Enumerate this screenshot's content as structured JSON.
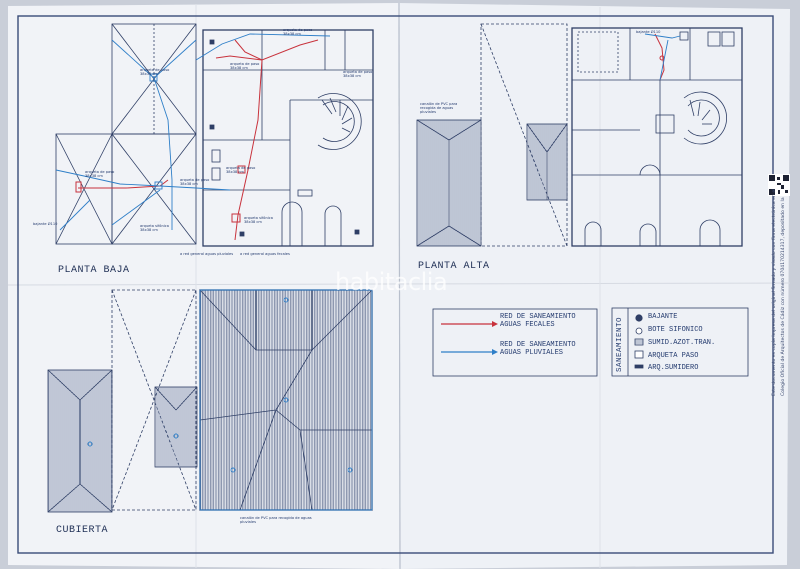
{
  "plans": {
    "ground_floor": "PLANTA BAJA",
    "upper_floor": "PLANTA ALTA",
    "roof": "CUBIERTA"
  },
  "legend": {
    "fecales": "RED DE SANEAMIENTO AGUAS FECALES",
    "pluviales": "RED DE SANEAMIENTO AGUAS PLUVIALES",
    "fecales_color": "#c8323c",
    "pluviales_color": "#2f7fc8"
  },
  "symbols": {
    "title": "SANEAMIENTO",
    "items": [
      "BAJANTE",
      "BOTE SIFONICO",
      "SUMID.AZOT.TRAN.",
      "ARQUETA PASO",
      "ARQ.SUMIDERO"
    ]
  },
  "annotations": {
    "arqueta_paso": "arqueta de paso",
    "arqueta_size": "38x38 cm",
    "arqueta_sifonica": "arqueta sifónica",
    "arqueta_sifonica_size": "38x38 cm",
    "bajante": "bajante Ø110",
    "canalon": "canalón de PVC para recogida de aguas pluviales",
    "red_general_pluviales": "a red general aguas pluviales",
    "red_general_fecales": "a red general aguas fecales"
  },
  "stamp": {
    "line1": "Este documento es copia impresa del original firmado y visado con firma electrónica en el",
    "line2": "Colegio Oficial de Arquitectos de Cádiz con número 0704170214317, depositado en la"
  },
  "watermark": "habitaclia"
}
